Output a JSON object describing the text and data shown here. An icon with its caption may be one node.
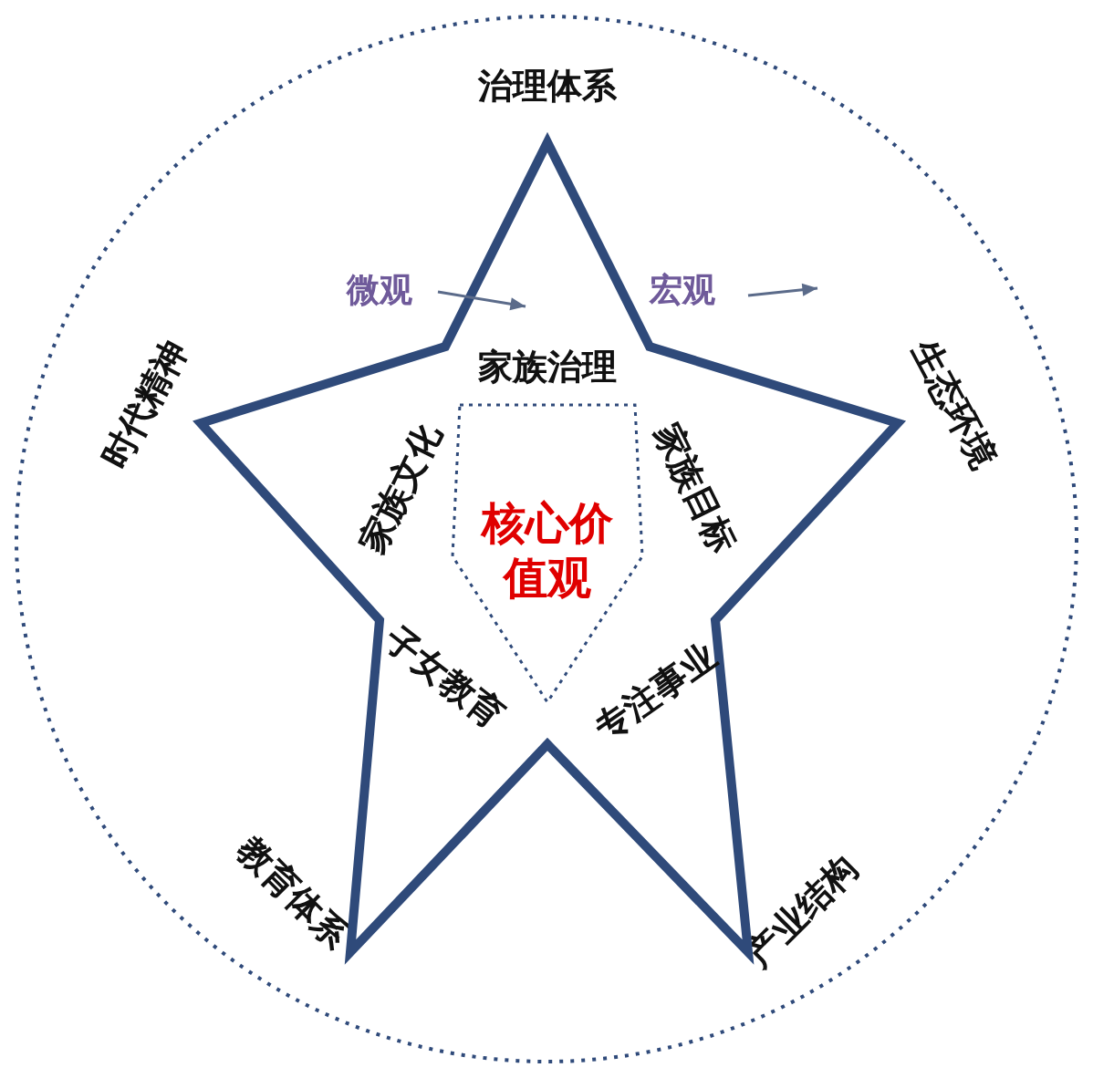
{
  "diagram": {
    "nodes": [
      {
        "text": [
          "治理体系",
          "生态环境",
          "产业结构",
          "教育体系",
          "时代精神"
        ]
      },
      {
        "text": [
          "家族治理",
          "家族目标",
          "专注事业",
          "子女教育",
          "家族文化"
        ],
        "in": 0
      },
      {
        "text": [
          "核心价值观"
        ],
        "in": 1
      }
    ],
    "edges": [],
    "labels": [
      "微观",
      "宏观"
    ]
  }
}
